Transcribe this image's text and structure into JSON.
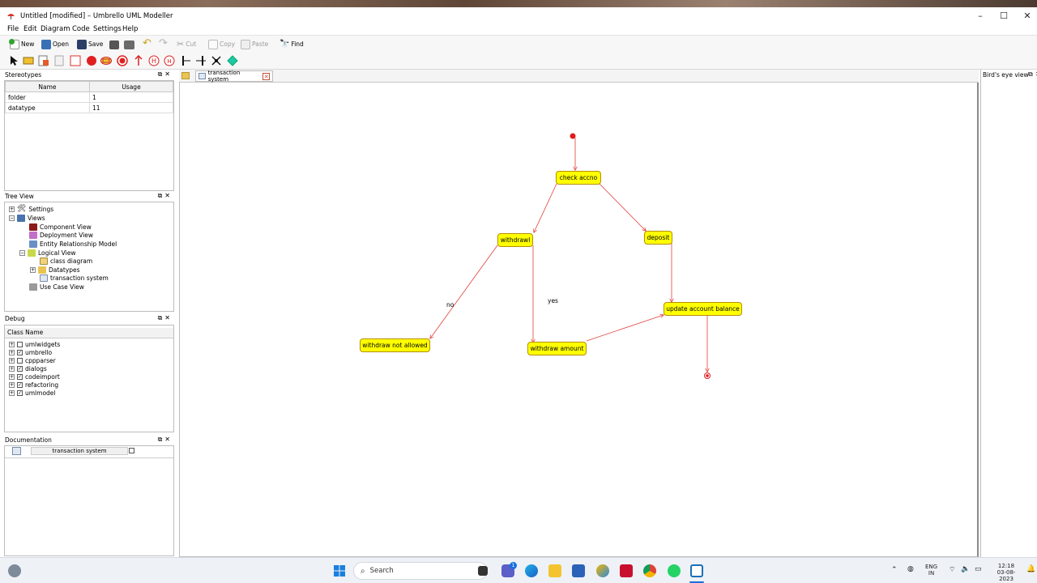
{
  "window": {
    "title": "Untitled [modified] – Umbrello UML Modeller",
    "minimize": "–",
    "maximize": "☐",
    "close": "✕"
  },
  "menu": [
    "File",
    "Edit",
    "Diagram",
    "Code",
    "Settings",
    "Help"
  ],
  "toolbar": {
    "new": "New",
    "open": "Open",
    "save": "Save",
    "cut": "Cut",
    "copy": "Copy",
    "paste": "Paste",
    "find": "Find"
  },
  "stereotypes": {
    "title": "Stereotypes",
    "columns": [
      "Name",
      "Usage"
    ],
    "rows": [
      {
        "name": "folder",
        "usage": "1"
      },
      {
        "name": "datatype",
        "usage": "11"
      }
    ]
  },
  "tree": {
    "title": "Tree View",
    "items": [
      "Settings",
      "Views",
      "Component View",
      "Deployment View",
      "Entity Relationship Model",
      "Logical View",
      "class diagram",
      "Datatypes",
      "transaction system",
      "Use Case View"
    ]
  },
  "debug": {
    "title": "Debug",
    "column": "Class Name",
    "rows": [
      {
        "name": "umlwidgets",
        "checked": false
      },
      {
        "name": "umbrello",
        "checked": true
      },
      {
        "name": "cppparser",
        "checked": false
      },
      {
        "name": "dialogs",
        "checked": true
      },
      {
        "name": "codeimport",
        "checked": true
      },
      {
        "name": "refactoring",
        "checked": true
      },
      {
        "name": "umlmodel",
        "checked": true
      }
    ]
  },
  "documentation": {
    "title": "Documentation",
    "item": "transaction system"
  },
  "diagram": {
    "tab": "transaction system",
    "states": {
      "check_accno": "check accno",
      "withdrawl": "withdrawl",
      "deposit": "deposit",
      "update_balance": "update account balance",
      "withdraw_not_allowed": "withdraw not allowed",
      "withdraw_amount": "withdraw amount"
    },
    "labels": {
      "no": "no",
      "yes": "yes"
    },
    "state_color": "#ffff00",
    "edge_color": "#e0403a"
  },
  "birds_eye": {
    "title": "Bird's eye view"
  },
  "taskbar": {
    "search": "Search",
    "chat_badge": "1",
    "lang1": "ENG",
    "lang2": "IN",
    "time": "12:18",
    "date": "03-08-2023"
  }
}
